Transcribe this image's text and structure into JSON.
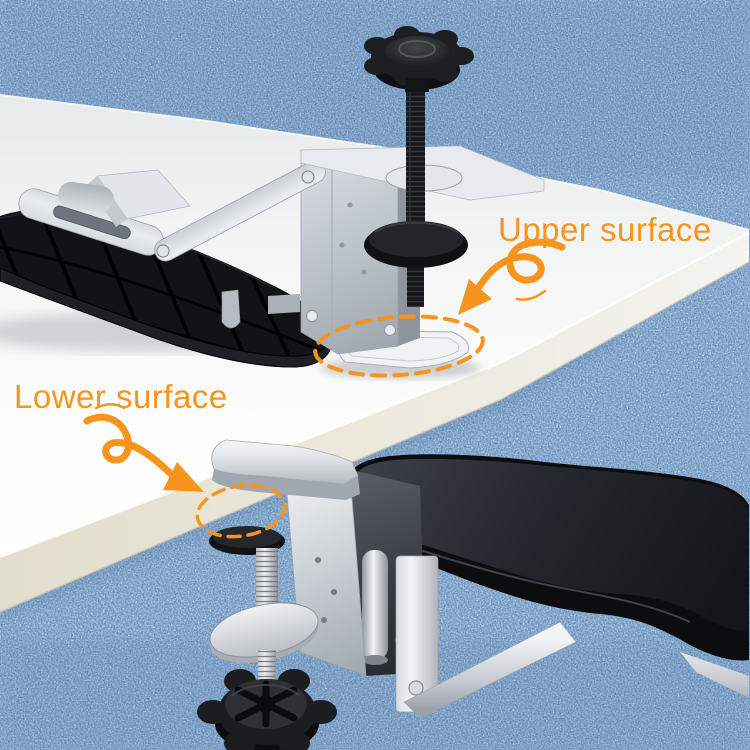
{
  "scene": {
    "description": "Product photo: clamp-on desk armrest shown attached to the upper surface and the lower surface of a desk edge",
    "background_color": "#6f9ac6",
    "desk_top_color": "#f6f7f5",
    "desk_edge_color": "#e4dfcf",
    "metal_color": "#c9ced4",
    "pad_color": "#1c1f24",
    "knob_color": "#1a1c1f"
  },
  "annotations": {
    "accent_color": "#F7941D",
    "upper": {
      "label": "Upper surface"
    },
    "lower": {
      "label": "Lower surface"
    }
  }
}
